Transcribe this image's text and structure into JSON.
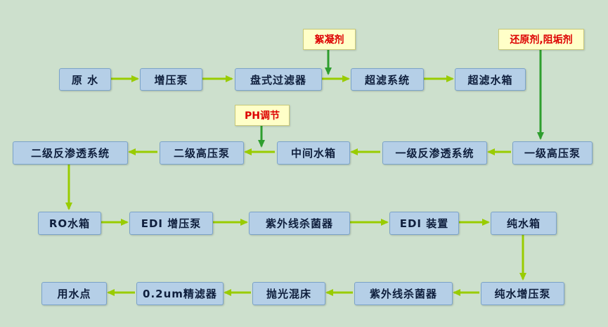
{
  "diagram_type": "water-treatment-process-flowchart",
  "colors": {
    "background": "#cde0cd",
    "node_fill": "#b5cfe7",
    "node_border": "#7ba3c9",
    "node_text": "#0f1f3d",
    "flow_arrow": "#99cc00",
    "dose_arrow": "#2e9e2e",
    "chem_fill": "#ffffc8",
    "chem_border": "#c8c87a",
    "chem_text": "#dd0000"
  },
  "nodes": {
    "raw_water": {
      "label": "原 水"
    },
    "booster_pump": {
      "label": "增压泵"
    },
    "disc_filter": {
      "label": "盘式过滤器"
    },
    "uf_system": {
      "label": "超滤系统"
    },
    "uf_tank": {
      "label": "超滤水箱"
    },
    "hp_pump_1": {
      "label": "一级高压泵"
    },
    "ro_system_1": {
      "label": "一级反渗透系统"
    },
    "mid_tank": {
      "label": "中间水箱"
    },
    "hp_pump_2": {
      "label": "二级高压泵"
    },
    "ro_system_2": {
      "label": "二级反渗透系统"
    },
    "ro_tank": {
      "label": "RO水箱"
    },
    "edi_pump": {
      "label": "EDI 增压泵"
    },
    "uv_sterilizer_1": {
      "label": "紫外线杀菌器"
    },
    "edi_unit": {
      "label": "EDI 装置"
    },
    "pure_tank": {
      "label": "纯水箱"
    },
    "pure_pump": {
      "label": "纯水增压泵"
    },
    "uv_sterilizer_2": {
      "label": "紫外线杀菌器"
    },
    "polish_bed": {
      "label": "抛光混床"
    },
    "fine_filter": {
      "label": "0.2um精滤器"
    },
    "use_point": {
      "label": "用水点"
    }
  },
  "chemicals": {
    "flocculant": {
      "label": "絮凝剂"
    },
    "reductant": {
      "label": "还原剂,阻垢剂"
    },
    "ph_adjust": {
      "label": "PH调节"
    }
  },
  "edges": [
    {
      "from": "raw_water",
      "to": "booster_pump",
      "type": "flow"
    },
    {
      "from": "booster_pump",
      "to": "disc_filter",
      "type": "flow"
    },
    {
      "from": "disc_filter",
      "to": "uf_system",
      "type": "flow"
    },
    {
      "from": "uf_system",
      "to": "uf_tank",
      "type": "flow"
    },
    {
      "from": "flocculant",
      "to": "uf_system",
      "type": "dosing"
    },
    {
      "from": "reductant",
      "to": "hp_pump_1",
      "type": "dosing"
    },
    {
      "from": "hp_pump_1",
      "to": "ro_system_1",
      "type": "flow"
    },
    {
      "from": "ro_system_1",
      "to": "mid_tank",
      "type": "flow"
    },
    {
      "from": "mid_tank",
      "to": "hp_pump_2",
      "type": "flow"
    },
    {
      "from": "ph_adjust",
      "to": "hp_pump_2",
      "type": "dosing"
    },
    {
      "from": "hp_pump_2",
      "to": "ro_system_2",
      "type": "flow"
    },
    {
      "from": "ro_system_2",
      "to": "ro_tank",
      "type": "flow"
    },
    {
      "from": "ro_tank",
      "to": "edi_pump",
      "type": "flow"
    },
    {
      "from": "edi_pump",
      "to": "uv_sterilizer_1",
      "type": "flow"
    },
    {
      "from": "uv_sterilizer_1",
      "to": "edi_unit",
      "type": "flow"
    },
    {
      "from": "edi_unit",
      "to": "pure_tank",
      "type": "flow"
    },
    {
      "from": "pure_tank",
      "to": "pure_pump",
      "type": "flow"
    },
    {
      "from": "pure_pump",
      "to": "uv_sterilizer_2",
      "type": "flow"
    },
    {
      "from": "uv_sterilizer_2",
      "to": "polish_bed",
      "type": "flow"
    },
    {
      "from": "polish_bed",
      "to": "fine_filter",
      "type": "flow"
    },
    {
      "from": "fine_filter",
      "to": "use_point",
      "type": "flow"
    }
  ]
}
